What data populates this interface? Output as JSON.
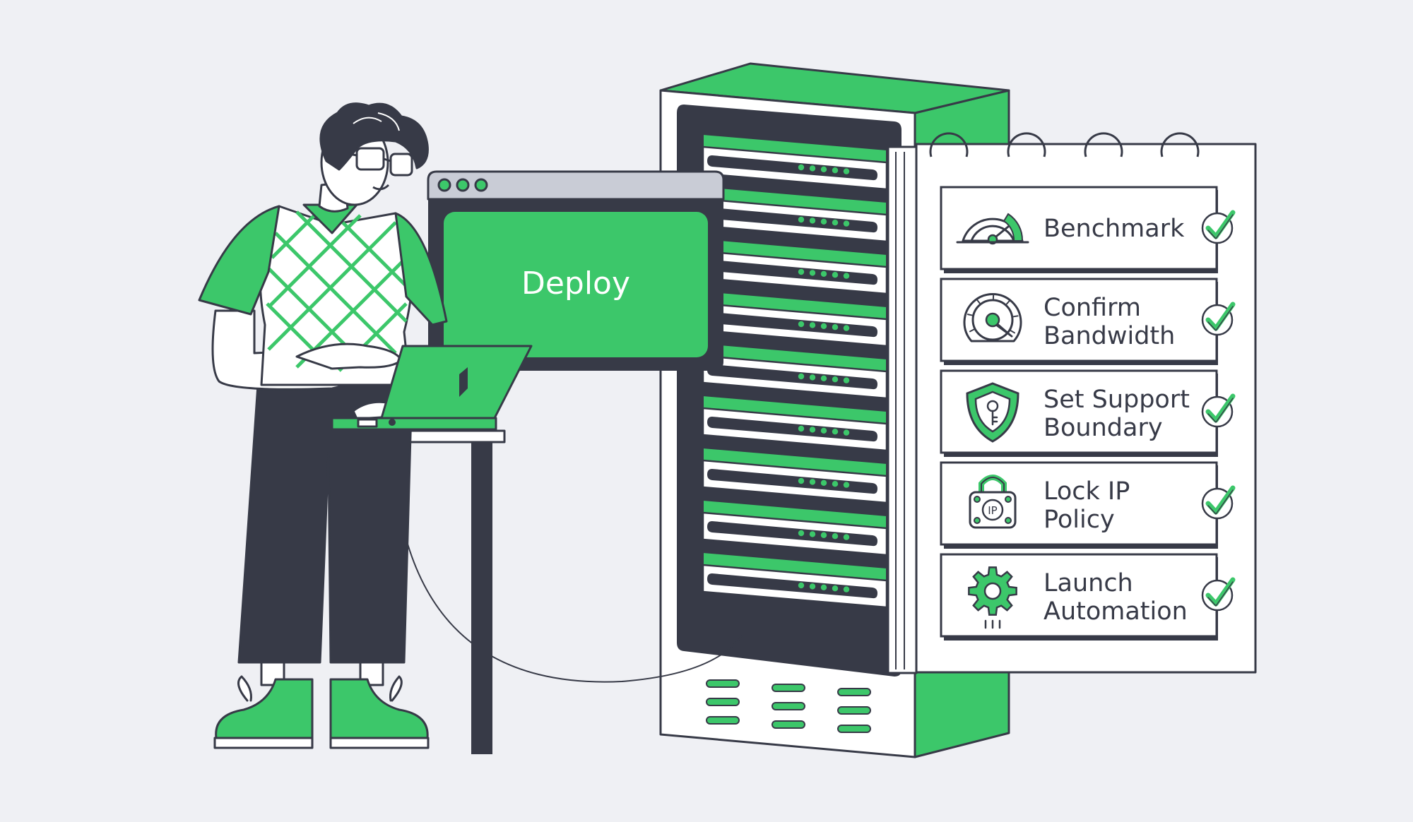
{
  "colors": {
    "background": "#eff0f4",
    "accent": "#3cc76a",
    "ink": "#373a47",
    "panel": "#ffffff",
    "window_bar": "#c9ccd6"
  },
  "deploy_window": {
    "button_label": "Deploy",
    "dots_icon": "window-dots-icon"
  },
  "checklist": {
    "items": [
      {
        "label": [
          "Benchmark"
        ],
        "icon": "speedometer-icon",
        "checked": true
      },
      {
        "label": [
          "Confirm",
          "Bandwidth"
        ],
        "icon": "gauge-icon",
        "checked": true
      },
      {
        "label": [
          "Set Support",
          "Boundary"
        ],
        "icon": "shield-key-icon",
        "checked": true
      },
      {
        "label": [
          "Lock IP",
          "Policy"
        ],
        "icon": "ip-lock-icon",
        "checked": true
      },
      {
        "label": [
          "Launch",
          "Automation"
        ],
        "icon": "gear-icon",
        "checked": true
      }
    ]
  },
  "illustration": {
    "character": "engineer-with-laptop",
    "rack_units": 9
  }
}
